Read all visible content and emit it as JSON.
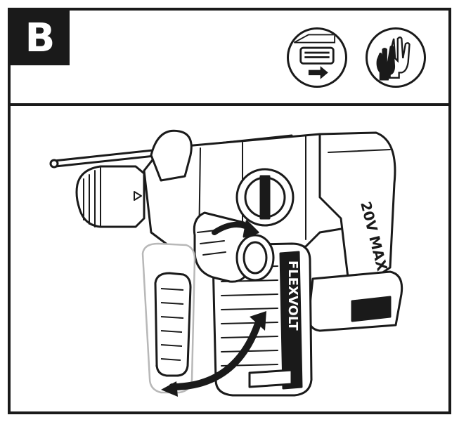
{
  "step": {
    "letter": "B"
  },
  "icons": [
    {
      "name": "remove-battery-icon"
    },
    {
      "name": "wear-gloves-icon"
    }
  ],
  "illustration": {
    "product_text": "20V MAX",
    "brand_text": "FLEXVOLT"
  },
  "colors": {
    "ink": "#1a1a1a",
    "paper": "#ffffff",
    "ghost": "#b8b8b8"
  }
}
